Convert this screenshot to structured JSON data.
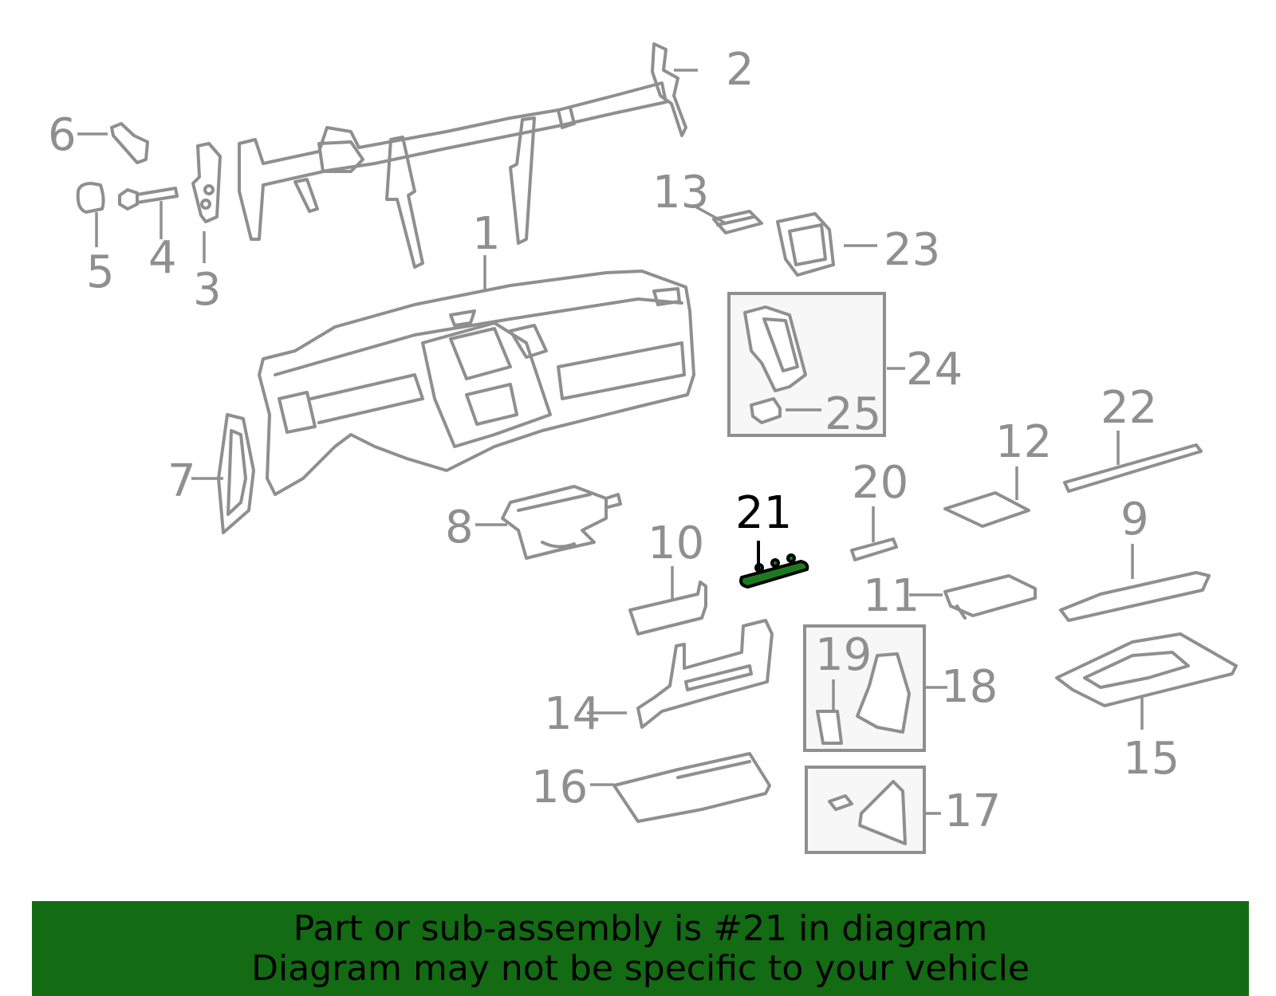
{
  "diagram": {
    "callouts": {
      "c1": "1",
      "c2": "2",
      "c3": "3",
      "c4": "4",
      "c5": "5",
      "c6": "6",
      "c7": "7",
      "c8": "8",
      "c9": "9",
      "c10": "10",
      "c11": "11",
      "c12": "12",
      "c13": "13",
      "c14": "14",
      "c15": "15",
      "c16": "16",
      "c17": "17",
      "c18": "18",
      "c19": "19",
      "c20": "20",
      "c21": "21",
      "c22": "22",
      "c23": "23",
      "c24": "24",
      "c25": "25"
    },
    "highlighted_part": "21",
    "colors": {
      "line_art": "#8f8f8f",
      "highlight_part": "#1e7a1e",
      "banner": "#136b13"
    }
  },
  "banner": {
    "line1": "Part or sub-assembly is #21 in diagram",
    "line2": "Diagram may not be specific to your vehicle"
  }
}
